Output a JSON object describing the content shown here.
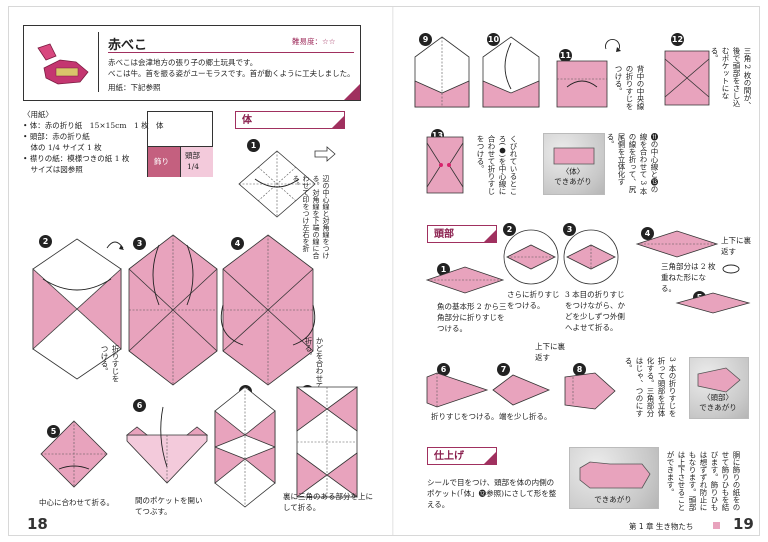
{
  "left_page": {
    "page_number": "18",
    "title": "赤べこ",
    "difficulty": "難易度：☆☆",
    "description": [
      "赤べこは会津地方の張り子の郷土玩具です。",
      "べこは牛。首を振る姿がユーモラスです。首が動くように工夫しました。"
    ],
    "paper_ref": "用紙：下記参照",
    "materials_title": "〈用紙〉",
    "materials": [
      "• 体：赤の折り紙　15×15cm　1 枚",
      "• 頭部：赤の折り紙",
      "　体の 1/4 サイズ 1 枚",
      "• 襟りの紙：模様つきの紙 1 枚",
      "　サイズは図参照"
    ],
    "paper_diagram": {
      "body": "体",
      "collar": "飾り",
      "head": "頭部",
      "quarter": "1/4"
    },
    "section_body": "体",
    "steps": {
      "s1": "1",
      "s2": "2",
      "s3": "3",
      "s4": "4",
      "s5": "5",
      "s6": "6",
      "s7": "7",
      "s8": "8"
    },
    "captions": {
      "c1": "辺の中心線と対角線をつける。対角線を下端の線に合わせて印をつけ左右を折る。",
      "c2": "折りすじをつける。",
      "c4": "かどを合わせて折る。",
      "c5": "中心に合わせて折る。",
      "c6": "間のポケットを開いてつぶす。",
      "c8": "裏に三角のある部分を上にして折る。"
    }
  },
  "right_page": {
    "page_number": "19",
    "chapter": "第 1 章 生き物たち",
    "steps": {
      "s9": "9",
      "s10": "10",
      "s11": "11",
      "s12": "12",
      "s13": "13"
    },
    "captions": {
      "c11": "背中の中央線の折りすじをつける。",
      "c12": "三角 2 枚の間が、後で頭部をさし込むポケットになる。",
      "c13": "くびれているところ(●)を中心線に合わせて折りすじをつける。",
      "c13b": "⓫の中心線と⓭の線を合わせて 3 本の線を折って、尻尾側を立体化する。"
    },
    "photo_body_label": "〈体〉\nできあがり",
    "section_head": "頭部",
    "head_steps": {
      "h1": "1",
      "h2": "2",
      "h3": "3",
      "h4": "4",
      "h5": "5",
      "h6": "6",
      "h7": "7",
      "h8": "8"
    },
    "head_captions": {
      "h1": "魚の基本形 2 から三角部分に折りすじをつける。",
      "h2": "さらに折りすじをつける。",
      "h3": "3 本目の折りすじをつけながら、かどを少しずつ外側へよせて折る。",
      "h4": "三角部分は 2 枚重ねた形になる。",
      "h4b": "上下に裏返す",
      "h6": "折りすじをつける。",
      "h7": "端を少し折る。",
      "h7b": "上下に裏返す",
      "h8": "3 本の折りすじを折って頭部を立体化する。三角部分はじゃ、つのにする。"
    },
    "photo_head_label": "〈頭部〉\nできあがり",
    "section_finish": "仕上げ",
    "finish_caption": "シールで目をつけ、頭部を体の内側のポケット(「体」⓬参照)にさして形を整える。",
    "finish_caption2": "胴に飾りの紙をのせて飾りひもを結びます。飾りひもは想ずずれ防止にもなります。頭部は上下させることができます。",
    "photo_final_label": "できあがり"
  },
  "colors": {
    "pink": "#e8a3bd",
    "accent": "#a0305f"
  }
}
